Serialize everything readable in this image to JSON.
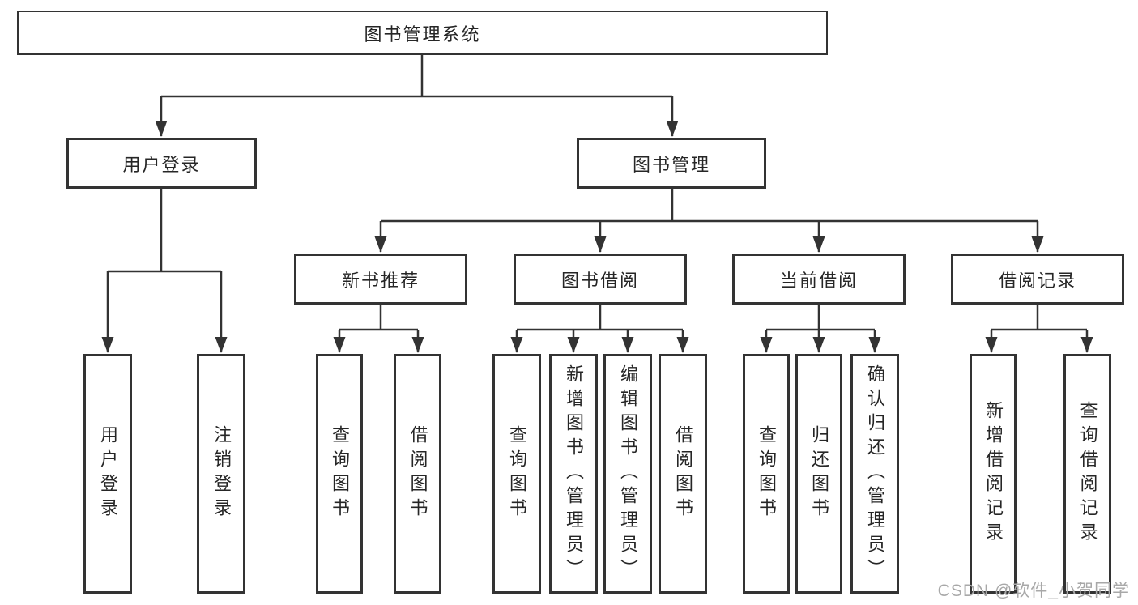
{
  "tree": {
    "root": {
      "label": "图书管理系统"
    },
    "branches": [
      {
        "label": "用户登录",
        "leaves": [
          "用户登录",
          "注销登录"
        ]
      },
      {
        "label": "图书管理",
        "groups": [
          {
            "label": "新书推荐",
            "leaves": [
              "查询图书",
              "借阅图书"
            ]
          },
          {
            "label": "图书借阅",
            "leaves": [
              "查询图书",
              "新增图书（管理员）",
              "编辑图书（管理员）",
              "借阅图书"
            ]
          },
          {
            "label": "当前借阅",
            "leaves": [
              "查询图书",
              "归还图书",
              "确认归还（管理员）"
            ]
          },
          {
            "label": "借阅记录",
            "leaves": [
              "新增借阅记录",
              "查询借阅记录"
            ]
          }
        ]
      }
    ]
  },
  "watermark": {
    "text": "CSDN @软件_小贺同学"
  },
  "colors": {
    "line": "#333333",
    "box_border": "#333333",
    "text": "#262626",
    "watermark": "#a8a8a8",
    "background": "#ffffff"
  }
}
